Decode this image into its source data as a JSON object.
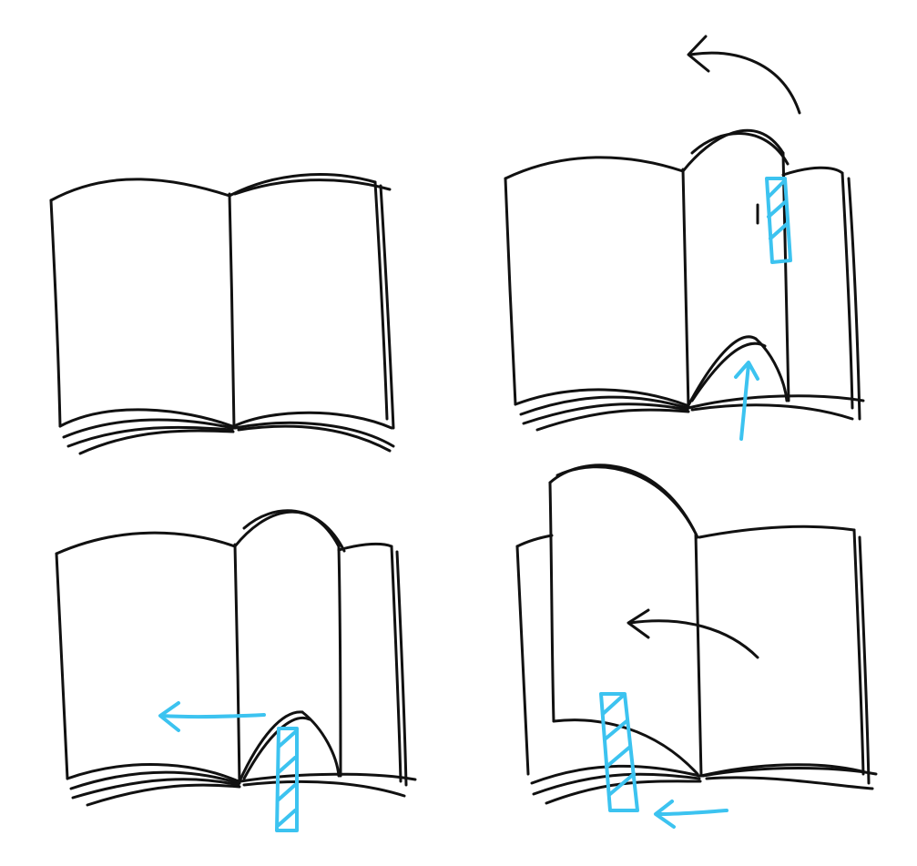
{
  "colors": {
    "background": "#ffffff",
    "ink": "#111111",
    "accent": "#3cc3f0"
  },
  "panels": [
    {
      "id": "panel-1",
      "icons": [
        "open-book-icon"
      ]
    },
    {
      "id": "panel-2",
      "icons": [
        "open-book-icon",
        "page-lift-arrow-icon",
        "page-turn-curved-arrow-icon",
        "finger-grip-icon"
      ]
    },
    {
      "id": "panel-3",
      "icons": [
        "open-book-icon",
        "swipe-left-arrow-icon",
        "finger-grip-icon"
      ]
    },
    {
      "id": "panel-4",
      "icons": [
        "open-book-icon",
        "page-turn-curved-arrow-icon",
        "swipe-left-arrow-icon",
        "finger-grip-icon"
      ]
    }
  ]
}
